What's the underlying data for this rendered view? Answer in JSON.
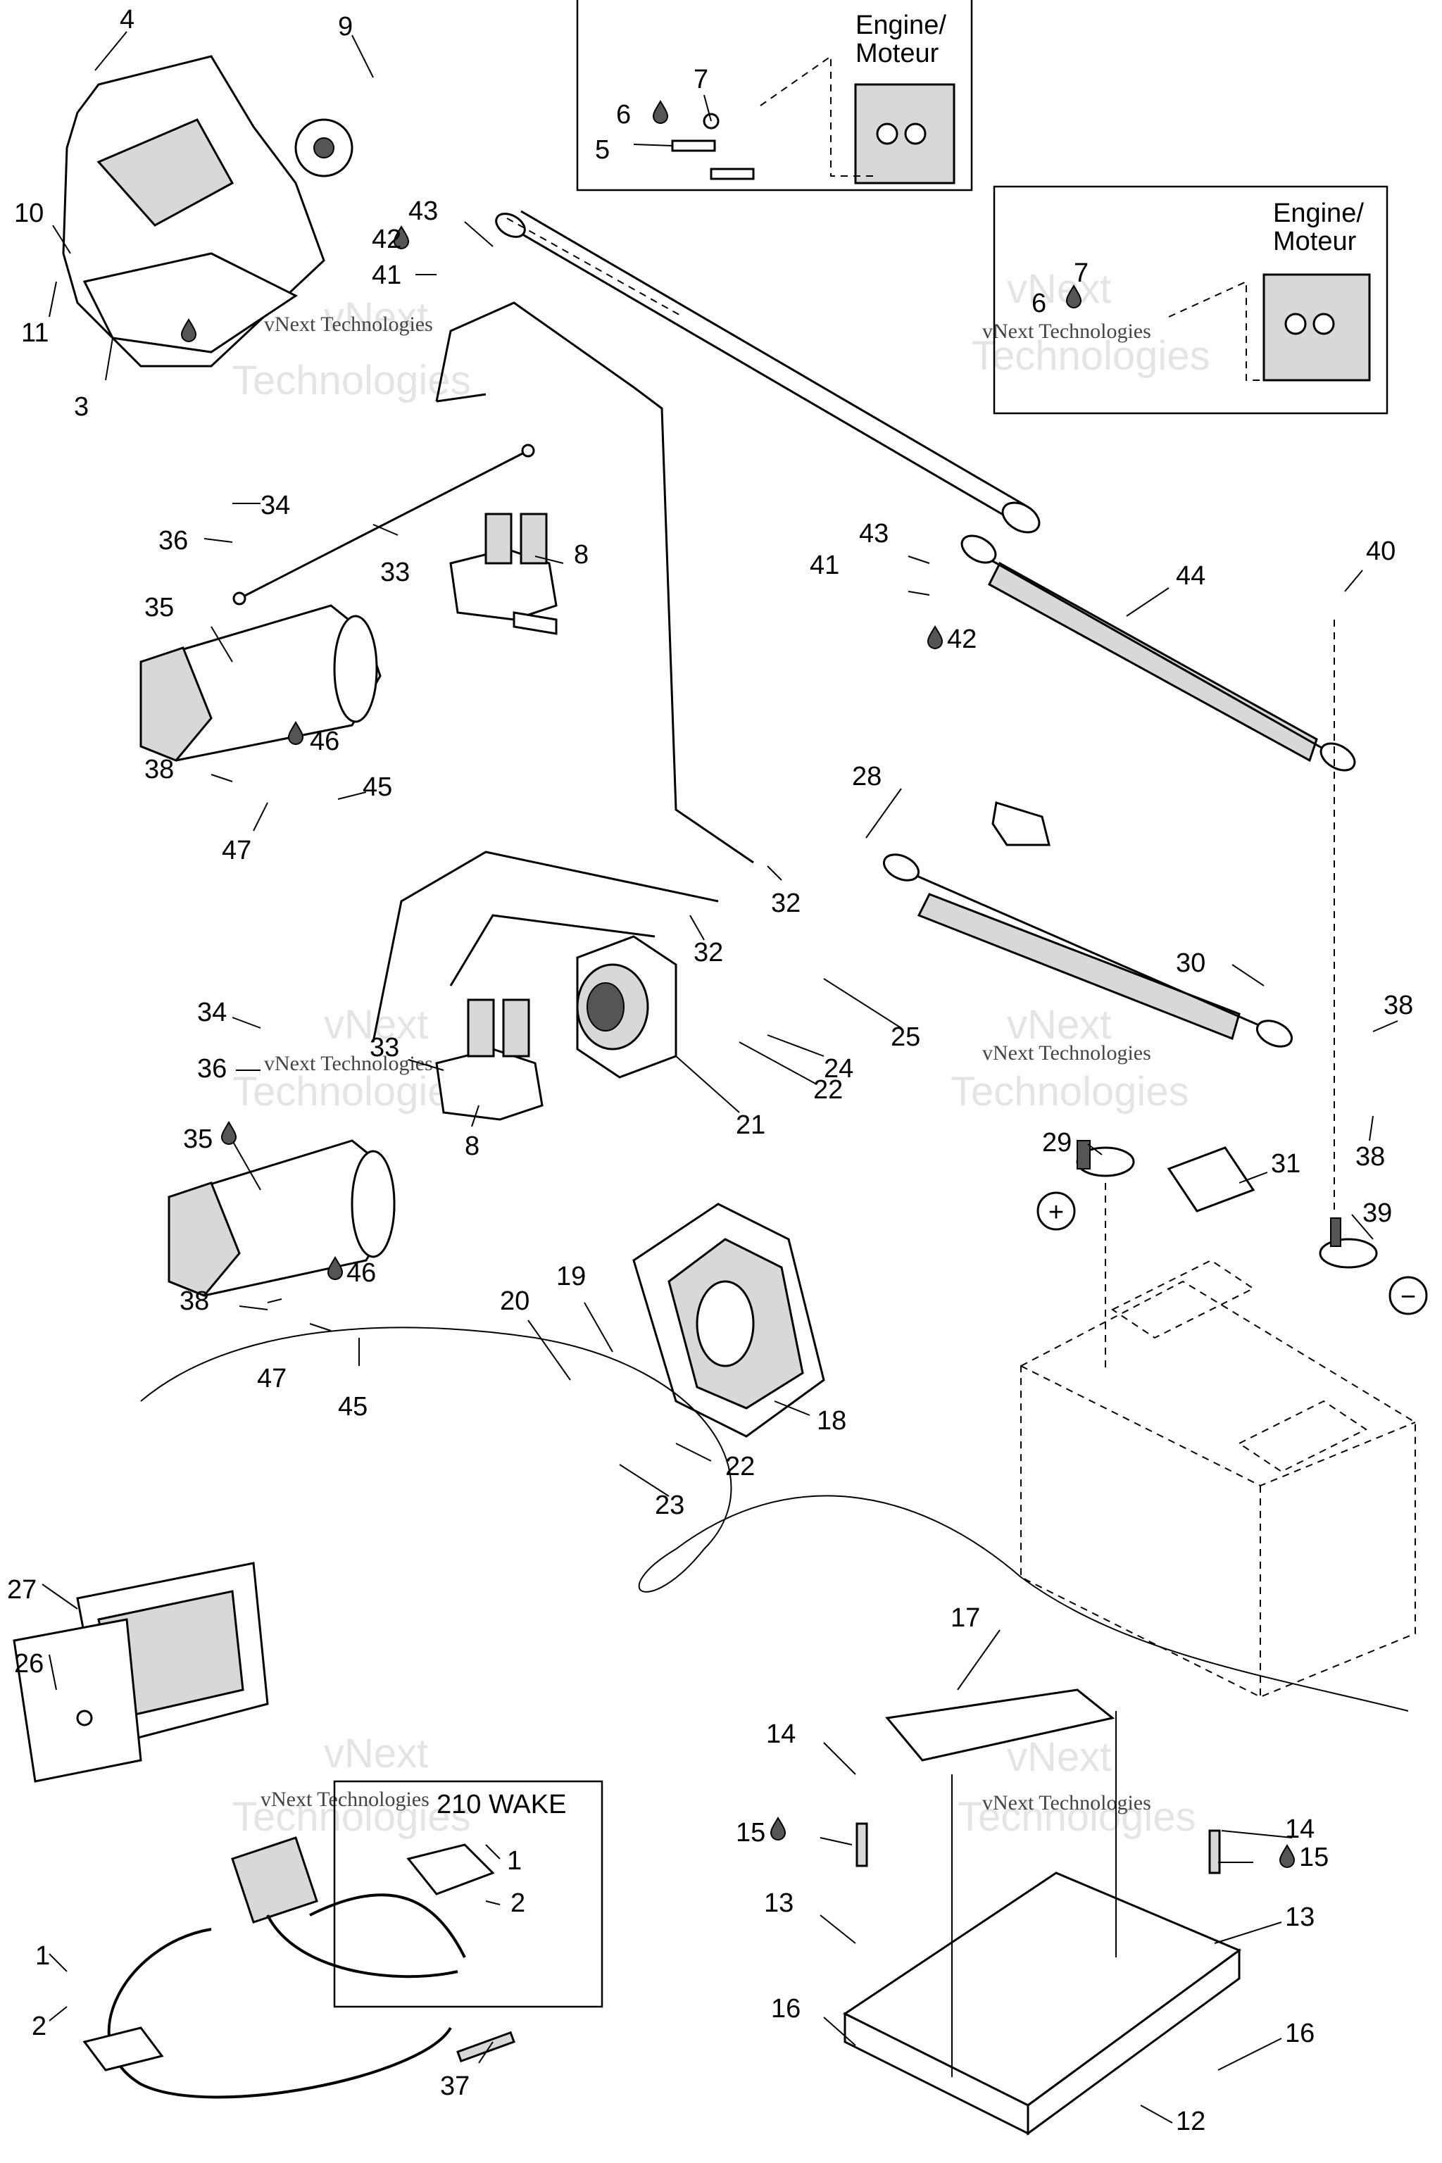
{
  "inset_labels": {
    "engine_line1": "Engine/",
    "engine_line2": "Moteur",
    "model_box_title": "210 WAKE"
  },
  "watermark": {
    "line1": "vNext",
    "line2": "Technologies",
    "small": "vNext Technologies"
  },
  "terminal_signs": {
    "positive": "+",
    "negative": "−"
  },
  "callouts": [
    {
      "id": "c4",
      "text": "4"
    },
    {
      "id": "c9",
      "text": "9"
    },
    {
      "id": "c10",
      "text": "10"
    },
    {
      "id": "c11",
      "text": "11"
    },
    {
      "id": "c3",
      "text": "3"
    },
    {
      "id": "c7a",
      "text": "7"
    },
    {
      "id": "c6a",
      "text": "6"
    },
    {
      "id": "c5",
      "text": "5"
    },
    {
      "id": "c43a",
      "text": "43"
    },
    {
      "id": "c42a",
      "text": "42"
    },
    {
      "id": "c41a",
      "text": "41"
    },
    {
      "id": "c7b",
      "text": "7"
    },
    {
      "id": "c6b",
      "text": "6"
    },
    {
      "id": "c34a",
      "text": "34"
    },
    {
      "id": "c36a",
      "text": "36"
    },
    {
      "id": "c33a",
      "text": "33"
    },
    {
      "id": "c8a",
      "text": "8"
    },
    {
      "id": "c35a",
      "text": "35"
    },
    {
      "id": "c46a",
      "text": "46"
    },
    {
      "id": "c38a",
      "text": "38"
    },
    {
      "id": "c45a",
      "text": "45"
    },
    {
      "id": "c47a",
      "text": "47"
    },
    {
      "id": "c43b",
      "text": "43"
    },
    {
      "id": "c41b",
      "text": "41"
    },
    {
      "id": "c42b",
      "text": "42"
    },
    {
      "id": "c44",
      "text": "44"
    },
    {
      "id": "c40",
      "text": "40"
    },
    {
      "id": "c28",
      "text": "28"
    },
    {
      "id": "c32a",
      "text": "32"
    },
    {
      "id": "c32b",
      "text": "32"
    },
    {
      "id": "c34b",
      "text": "34"
    },
    {
      "id": "c36b",
      "text": "36"
    },
    {
      "id": "c33b",
      "text": "33"
    },
    {
      "id": "c8b",
      "text": "8"
    },
    {
      "id": "c25",
      "text": "25"
    },
    {
      "id": "c24",
      "text": "24"
    },
    {
      "id": "c22a",
      "text": "22"
    },
    {
      "id": "c21",
      "text": "21"
    },
    {
      "id": "c30",
      "text": "30"
    },
    {
      "id": "c38b",
      "text": "38"
    },
    {
      "id": "c38c",
      "text": "38"
    },
    {
      "id": "c29",
      "text": "29"
    },
    {
      "id": "c31",
      "text": "31"
    },
    {
      "id": "c39",
      "text": "39"
    },
    {
      "id": "c35b",
      "text": "35"
    },
    {
      "id": "c46b",
      "text": "46"
    },
    {
      "id": "c38d",
      "text": "38"
    },
    {
      "id": "c47b",
      "text": "47"
    },
    {
      "id": "c45b",
      "text": "45"
    },
    {
      "id": "c19",
      "text": "19"
    },
    {
      "id": "c20",
      "text": "20"
    },
    {
      "id": "c18",
      "text": "18"
    },
    {
      "id": "c22b",
      "text": "22"
    },
    {
      "id": "c23",
      "text": "23"
    },
    {
      "id": "c27",
      "text": "27"
    },
    {
      "id": "c26",
      "text": "26"
    },
    {
      "id": "c1a",
      "text": "1"
    },
    {
      "id": "c2a",
      "text": "2"
    },
    {
      "id": "c1b",
      "text": "1"
    },
    {
      "id": "c2b",
      "text": "2"
    },
    {
      "id": "c37",
      "text": "37"
    },
    {
      "id": "c17",
      "text": "17"
    },
    {
      "id": "c14a",
      "text": "14"
    },
    {
      "id": "c15a",
      "text": "15"
    },
    {
      "id": "c13a",
      "text": "13"
    },
    {
      "id": "c16a",
      "text": "16"
    },
    {
      "id": "c14b",
      "text": "14"
    },
    {
      "id": "c15b",
      "text": "15"
    },
    {
      "id": "c13b",
      "text": "13"
    },
    {
      "id": "c16b",
      "text": "16"
    },
    {
      "id": "c12",
      "text": "12"
    }
  ],
  "icons": {
    "sealant": "sealant-drop-icon",
    "positive": "positive-terminal-icon",
    "negative": "negative-terminal-icon"
  }
}
